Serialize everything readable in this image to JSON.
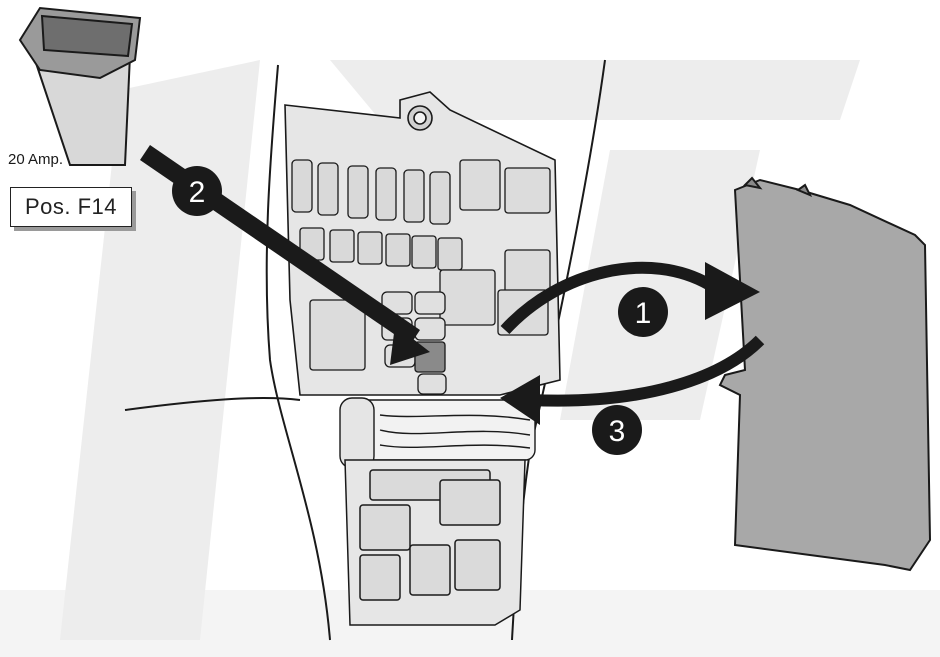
{
  "fuse": {
    "rating_label": "20 Amp."
  },
  "position": {
    "label": "Pos. F14"
  },
  "steps": [
    "1",
    "2",
    "3"
  ],
  "colors": {
    "line": "#1a1a1a",
    "cover_fill": "#a8a8a8",
    "watermark": "#ebebeb",
    "arrow": "#1a1a1a",
    "box_shadow": "#9a9a9a"
  }
}
